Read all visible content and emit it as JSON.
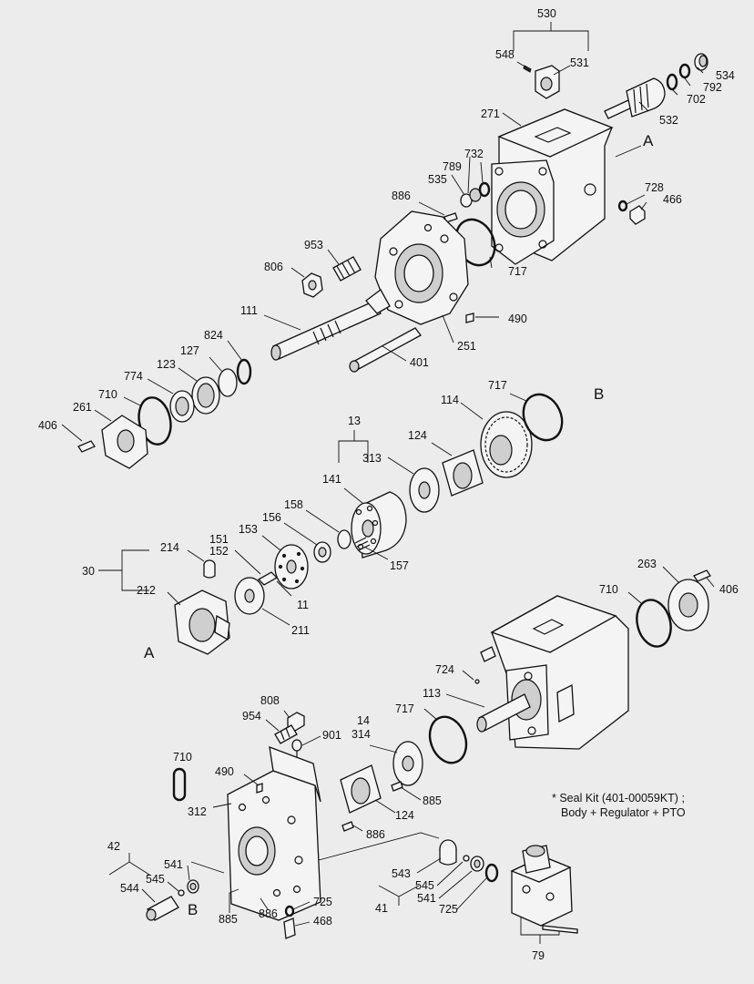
{
  "diagram": {
    "labels": {
      "l530": "530",
      "l548": "548",
      "l531": "531",
      "l534": "534",
      "l792": "792",
      "l702": "702",
      "l532": "532",
      "l271": "271",
      "lA1": "A",
      "l732": "732",
      "l789": "789",
      "l535": "535",
      "l728": "728",
      "l466": "466",
      "l886a": "886",
      "l953": "953",
      "l806": "806",
      "l717a": "717",
      "l111": "111",
      "l490a": "490",
      "l251": "251",
      "l401": "401",
      "l824": "824",
      "l127": "127",
      "l123": "123",
      "l774": "774",
      "l710a": "710",
      "l261": "261",
      "l406a": "406",
      "l717b": "717",
      "lB1": "B",
      "l114": "114",
      "l13": "13",
      "l124a": "124",
      "l313": "313",
      "l141": "141",
      "l158": "158",
      "l156": "156",
      "l153": "153",
      "l151": "151",
      "l152": "152",
      "l214": "214",
      "l30": "30",
      "l212": "212",
      "l157": "157",
      "l11": "11",
      "l211": "211",
      "lA2": "A",
      "l263": "263",
      "l710b": "710",
      "l406b": "406",
      "l724": "724",
      "l113": "113",
      "l717c": "717",
      "l808": "808",
      "l954": "954",
      "l901": "901",
      "l14": "14",
      "l314": "314",
      "l710c": "710",
      "l490b": "490",
      "l312": "312",
      "l885a": "885",
      "l124b": "124",
      "l886b": "886",
      "l42": "42",
      "l541a": "541",
      "l545a": "545",
      "l544": "544",
      "lB2": "B",
      "l885b": "885",
      "l886c": "886",
      "l725a": "725",
      "l468": "468",
      "l543": "543",
      "l545b": "545",
      "l541b": "541",
      "l41": "41",
      "l725b": "725",
      "l79": "79"
    },
    "note_line1": "* Seal Kit (401-00059KT) ;",
    "note_line2": "Body + Regulator + PTO"
  }
}
